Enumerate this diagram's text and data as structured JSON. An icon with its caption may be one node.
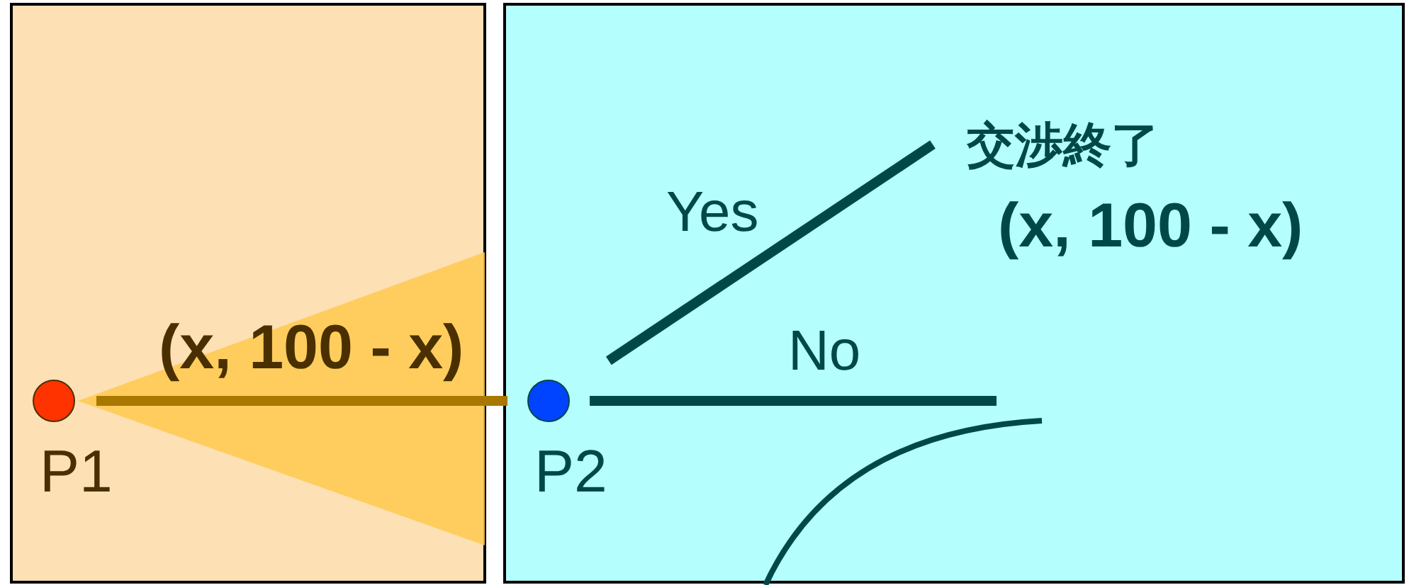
{
  "diagram": {
    "nodes": [
      {
        "text": [
          "P1"
        ]
      },
      {
        "text": [
          "P2"
        ]
      },
      {
        "text": [
          "交渉終了",
          "(x, 100 - x)"
        ]
      }
    ],
    "edges": [
      {
        "from": 0,
        "to": 1,
        "arrow": "none",
        "label": "(x, 100 - x)",
        "color": "#a87800"
      },
      {
        "from": 1,
        "to": 2,
        "arrow": "none",
        "label": "Yes"
      },
      {
        "from": 1,
        "to": null,
        "arrow": "none",
        "label": "No"
      }
    ]
  }
}
